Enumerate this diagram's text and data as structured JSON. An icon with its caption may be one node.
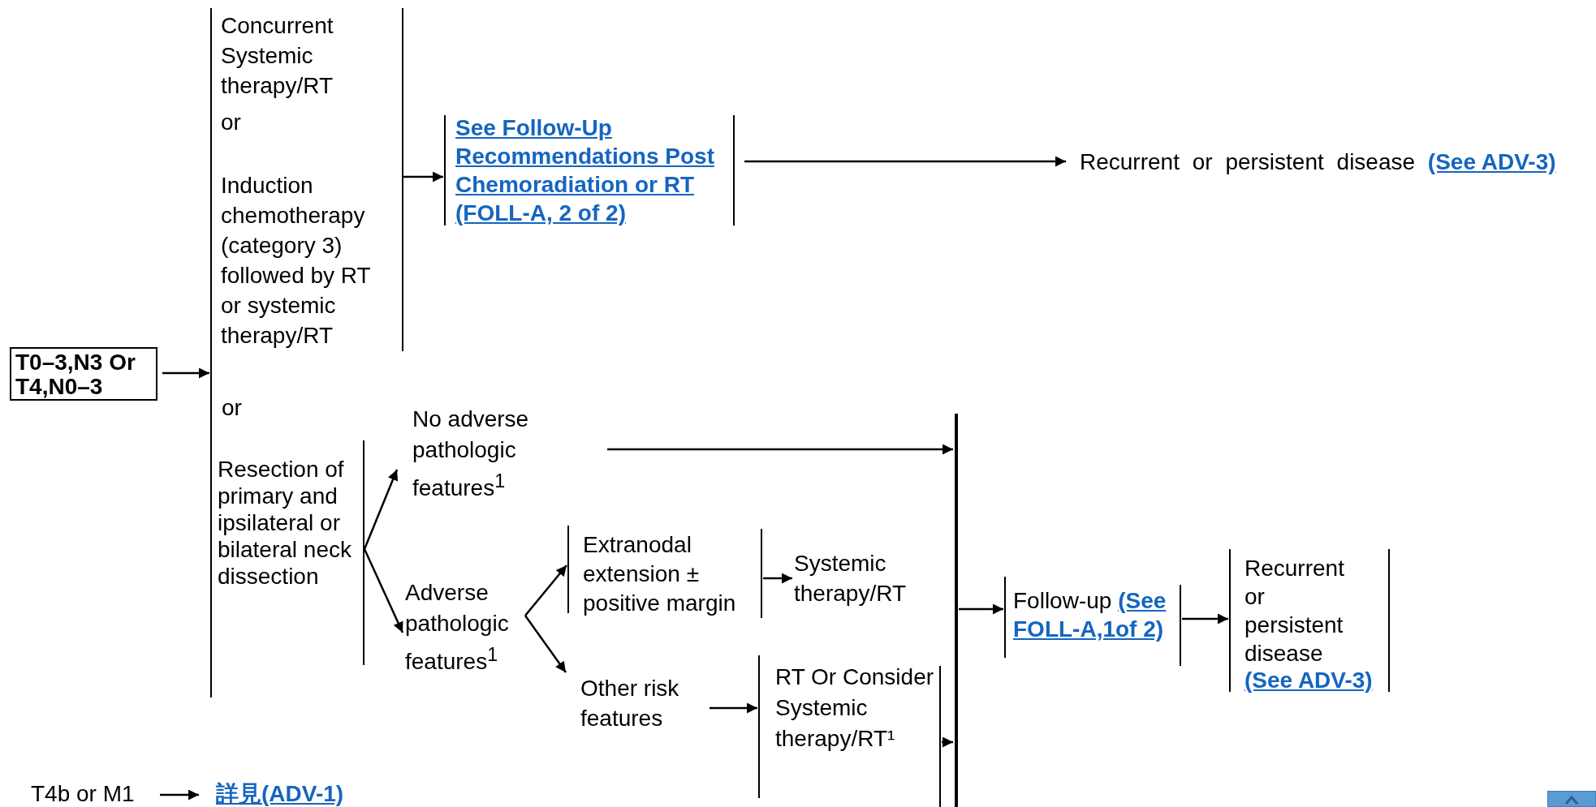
{
  "diagram": {
    "nodes": [
      {
        "text": [
          "T0–3,N3 Or T4,N0–3"
        ]
      },
      {
        "text": [
          "Concurrent Systemic therapy/RT",
          "or",
          "Induction chemotherapy (category 3) followed by RT or systemic therapy/RT"
        ]
      },
      {
        "text": [
          "See Follow-Up Recommendations Post Chemoradiation or RT (FOLL-A, 2 of 2)"
        ]
      },
      {
        "text": [
          "Recurrent or persistent disease",
          "(See ADV-3)"
        ]
      },
      {
        "text": [
          "Resection of primary and ipsilateral or bilateral neck dissection"
        ]
      },
      {
        "text": [
          "No adverse pathologic features$^{1}$"
        ]
      },
      {
        "text": [
          "Adverse pathologic features$^{1}$"
        ]
      },
      {
        "text": [
          "Extranodal extension ± positive margin"
        ]
      },
      {
        "text": [
          "Other risk features"
        ]
      },
      {
        "text": [
          "Systemic therapy/RT"
        ]
      },
      {
        "text": [
          "RT Or Consider Systemic therapy/RT¹"
        ]
      },
      {
        "text": [],
        "shape": "bar"
      },
      {
        "text": [
          "Follow-up",
          "(See FOLL-A,1of 2)"
        ]
      },
      {
        "text": [
          "Recurrent or persistent disease",
          "(See ADV-3)"
        ]
      },
      {
        "text": [
          "T4b or M1"
        ]
      },
      {
        "text": [
          "詳見(ADV-1)"
        ]
      }
    ],
    "edges": [
      {
        "from": 0,
        "to": 1,
        "arrow": "to"
      },
      {
        "from": 0,
        "to": 4,
        "arrow": "to"
      },
      {
        "from": 1,
        "to": 2,
        "arrow": "to"
      },
      {
        "from": 2,
        "to": 3,
        "arrow": "to"
      },
      {
        "from": 4,
        "to": 5,
        "arrow": "to"
      },
      {
        "from": 4,
        "to": 6,
        "arrow": "to"
      },
      {
        "from": 6,
        "to": 7,
        "arrow": "to"
      },
      {
        "from": 6,
        "to": 8,
        "arrow": "to"
      },
      {
        "from": 7,
        "to": 9,
        "arrow": "to"
      },
      {
        "from": 8,
        "to": 10,
        "arrow": "to"
      },
      {
        "from": 5,
        "to": 11,
        "arrow": "to"
      },
      {
        "from": 10,
        "to": 11,
        "arrow": "to"
      },
      {
        "from": 11,
        "to": 12,
        "arrow": "to"
      },
      {
        "from": 12,
        "to": 13,
        "arrow": "to"
      },
      {
        "from": 14,
        "to": 15,
        "arrow": "to"
      }
    ],
    "labels": [
      "or"
    ]
  }
}
